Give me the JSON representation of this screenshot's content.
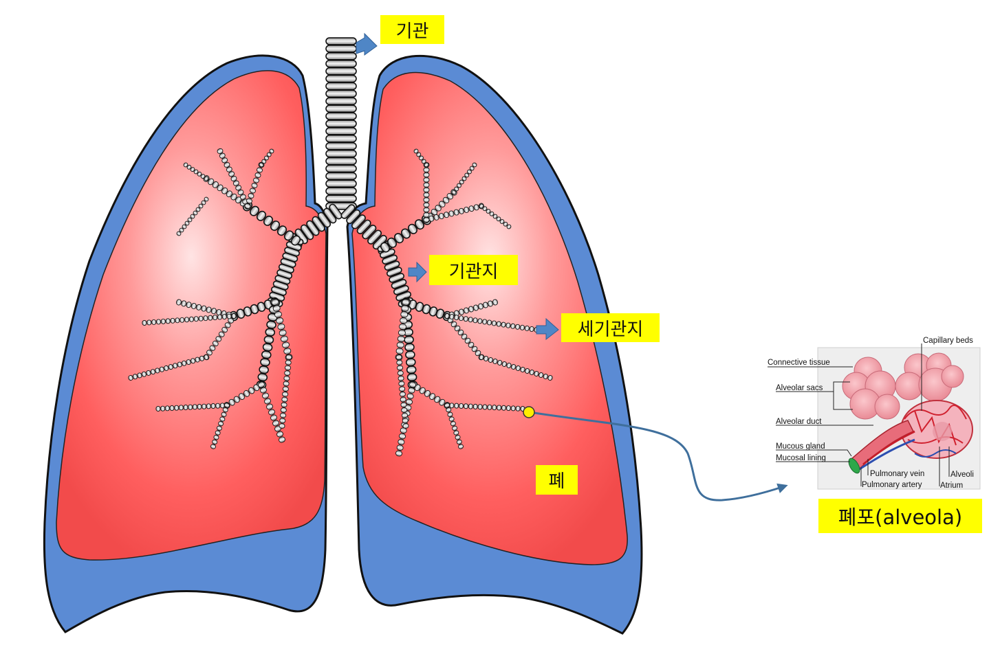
{
  "labels": {
    "trachea": "기관",
    "bronchus": "기관지",
    "bronchiole": "세기관지",
    "lung": "폐",
    "alveolus": "폐포(alveola)"
  },
  "inset": {
    "labels": {
      "capillary_beds": "Capillary beds",
      "connective_tissue": "Connective tissue",
      "alveolar_sacs": "Alveolar sacs",
      "alveolar_duct": "Alveolar duct",
      "mucous_gland": "Mucous gland",
      "mucosal_lining": "Mucosal lining",
      "pulmonary_vein": "Pulmonary vein",
      "pulmonary_artery": "Pulmonary artery",
      "alveoli": "Alveoli",
      "atrium": "Atrium"
    }
  },
  "colors": {
    "pleura": "#5b8bd4",
    "lung_tissue": "#ff5a5a",
    "label_bg": "#ffff00",
    "arrow": "#4f86c6",
    "pointer_dot": "#ffee00"
  }
}
